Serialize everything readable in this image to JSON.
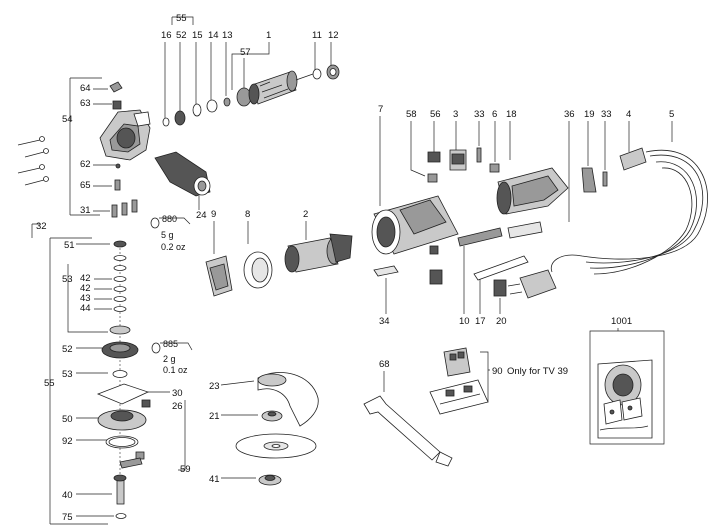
{
  "labels": {
    "l55_top": "55",
    "l16": "16",
    "l52_top": "52",
    "l15": "15",
    "l14": "14",
    "l13": "13",
    "l1": "1",
    "l11": "11",
    "l12": "12",
    "l57": "57",
    "l64": "64",
    "l63": "63",
    "l54": "54",
    "l62": "62",
    "l65": "65",
    "l31": "31",
    "l32": "32",
    "l24": "24",
    "l880": "880",
    "grease880_weight": "5 g",
    "grease880_oz": "0.2 oz",
    "l9": "9",
    "l8": "8",
    "l2": "2",
    "l7": "7",
    "l58": "58",
    "l56": "56",
    "l3": "3",
    "l33a": "33",
    "l6": "6",
    "l18": "18",
    "l36": "36",
    "l19": "19",
    "l33b": "33",
    "l4": "4",
    "l5": "5",
    "l51": "51",
    "l53_left": "53",
    "l42a": "42",
    "l42b": "42",
    "l43": "43",
    "l44": "44",
    "l52_left": "52",
    "l885": "885",
    "grease885_weight": "2 g",
    "grease885_oz": "0.1 oz",
    "l53_bottom": "53",
    "l30": "30",
    "l26": "26",
    "l50": "50",
    "l92": "92",
    "l59": "59",
    "l40": "40",
    "l75": "75",
    "l55_left": "55",
    "l23": "23",
    "l21": "21",
    "l41": "41",
    "l34": "34",
    "l10": "10",
    "l17": "17",
    "l20": "20",
    "l1001": "1001",
    "l68": "68",
    "l90": "90",
    "tv39_note": "Only for TV 39"
  }
}
